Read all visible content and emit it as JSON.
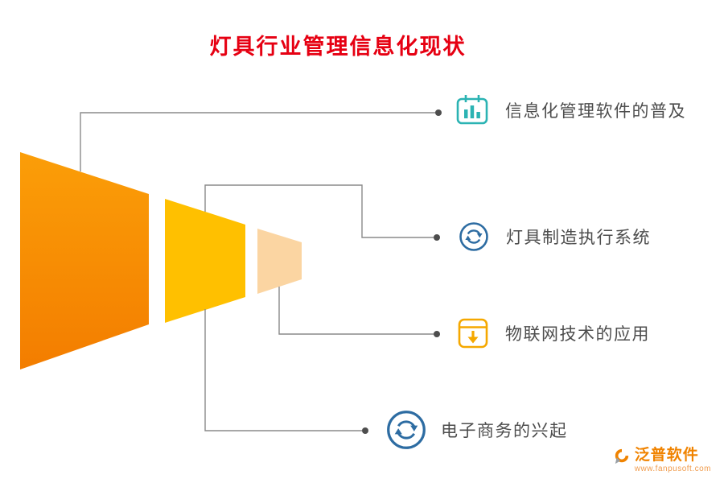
{
  "title": "灯具行业管理信息化现状",
  "items": [
    {
      "label": "信息化管理软件的普及",
      "icon": "bar-chart-board-icon"
    },
    {
      "label": "灯具制造执行系统",
      "icon": "sync-circle-icon"
    },
    {
      "label": "物联网技术的应用",
      "icon": "download-box-icon"
    },
    {
      "label": "电子商务的兴起",
      "icon": "sync-circle-icon"
    }
  ],
  "funnel": {
    "segment_count": 3,
    "colors": {
      "segment_large_top": "#FB9E08",
      "segment_large_bottom": "#F37D00",
      "segment_medium": "#FFC000",
      "segment_small": "#FBD5A2"
    }
  },
  "colors": {
    "title_red": "#E60012",
    "label_gray": "#4D4D4D",
    "connector_gray": "#8A8A8A",
    "dot_gray": "#4D4D4D",
    "icon_teal": "#2BB3B3",
    "icon_blue": "#2D6CA2",
    "icon_amber": "#F5A800",
    "logo_orange": "#F08300"
  },
  "logo": {
    "name": "泛普软件",
    "url": "www.fanpusoft.com"
  }
}
